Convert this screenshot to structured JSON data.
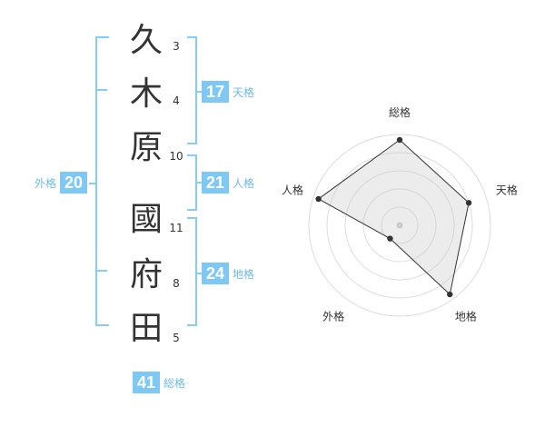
{
  "characters": [
    {
      "char": "久",
      "strokes": "3"
    },
    {
      "char": "木",
      "strokes": "4"
    },
    {
      "char": "原",
      "strokes": "10"
    },
    {
      "char": "國",
      "strokes": "11"
    },
    {
      "char": "府",
      "strokes": "8"
    },
    {
      "char": "田",
      "strokes": "5"
    }
  ],
  "groups": {
    "tenkaku": {
      "value": "17",
      "label": "天格"
    },
    "jinkaku": {
      "value": "21",
      "label": "人格"
    },
    "chikaku": {
      "value": "24",
      "label": "地格"
    },
    "gaikaku": {
      "value": "20",
      "label": "外格"
    },
    "soukaku": {
      "value": "41",
      "label": "総格"
    }
  },
  "accent_color": "#7ec8f5",
  "chart_data": {
    "type": "radar",
    "axes": [
      "総格",
      "天格",
      "地格",
      "外格",
      "人格"
    ],
    "values": [
      0.94,
      0.8,
      0.94,
      0.18,
      0.94
    ],
    "rings": 5,
    "center_color": "#cccccc"
  }
}
